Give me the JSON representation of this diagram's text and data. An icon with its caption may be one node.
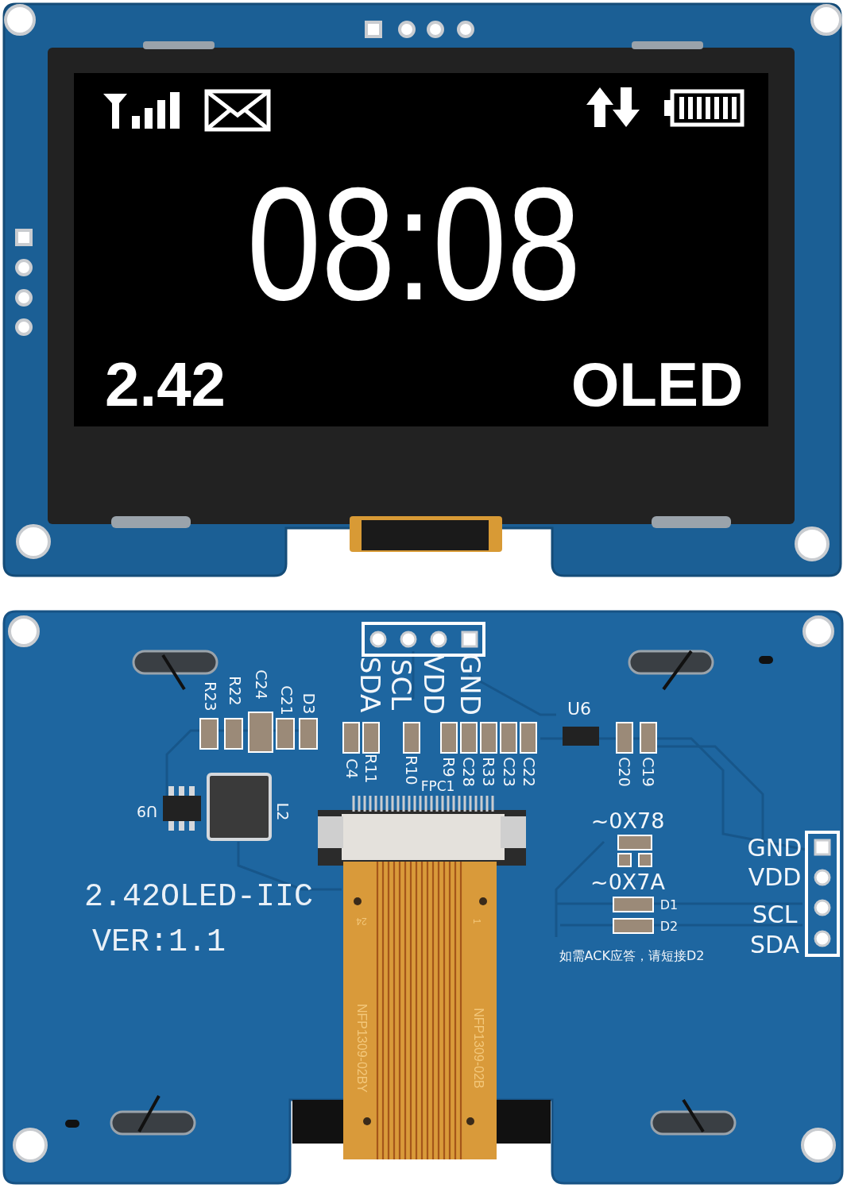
{
  "diagram": {
    "labels": [
      "08:08",
      "2.42",
      "OLED",
      "SDA",
      "SCL",
      "VDD",
      "GND",
      "R23",
      "R22",
      "C24",
      "C21",
      "D3",
      "U6",
      "C4",
      "R11",
      "R10",
      "R9",
      "C28",
      "R33",
      "C23",
      "C22",
      "C20",
      "C19",
      "FPC1",
      "U9",
      "L2",
      "~0X78",
      "GND",
      "~0X7A",
      "VDD",
      "D1",
      "SCL",
      "D2",
      "SDA",
      "2.42OLED-IIC",
      "VER:1.1",
      "如需ACK应答，请短接D2",
      "24",
      "1",
      "NFP1309-02BY",
      "NFP1309-02B"
    ]
  }
}
